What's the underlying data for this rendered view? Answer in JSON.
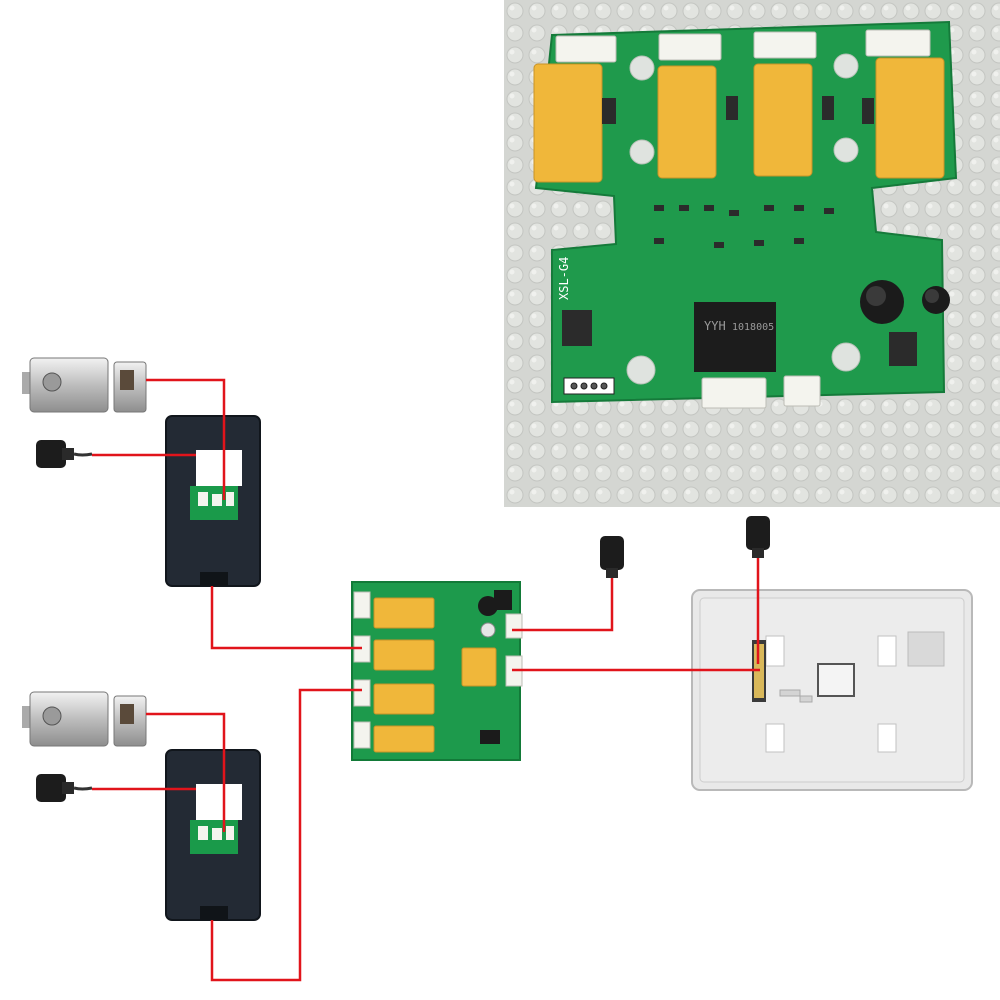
{
  "pcb_photo": {
    "silkscreen_model": "XSL-G4",
    "relay_marking": "YYH",
    "relay_marking_code": "1018005"
  },
  "colors": {
    "wire": "#e1141b",
    "pcb": "#1d9a4c",
    "relay": "#f0b73a",
    "panel": "#222933",
    "monitor": "#e7e7e7",
    "background_photo": "#d6d8d4"
  },
  "components": [
    {
      "name": "electric-lock",
      "count": 2
    },
    {
      "name": "power-adapter",
      "count": 4
    },
    {
      "name": "outdoor-door-station",
      "count": 2
    },
    {
      "name": "switcher-relay-board",
      "count": 1
    },
    {
      "name": "indoor-monitor",
      "count": 1
    }
  ]
}
